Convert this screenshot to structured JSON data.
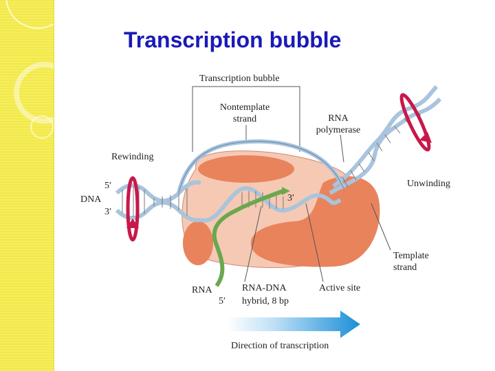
{
  "slide": {
    "title": "Transcription bubble"
  },
  "diagram": {
    "labels": {
      "bubble": "Transcription bubble",
      "nontemplate_1": "Nontemplate",
      "nontemplate_2": "strand",
      "rna_pol_1": "RNA",
      "rna_pol_2": "polymerase",
      "rewinding": "Rewinding",
      "unwinding": "Unwinding",
      "five_prime_top": "5′",
      "dna": "DNA",
      "three_prime_left": "3′",
      "three_prime_rna": "3′",
      "template_1": "Template",
      "template_2": "strand",
      "active_site": "Active site",
      "rna": "RNA",
      "five_prime_rna": "5′",
      "hybrid_1": "RNA-DNA",
      "hybrid_2": "hybrid, 8 bp",
      "direction": "Direction of transcription"
    },
    "colors": {
      "title": "#1a1ab8",
      "enzyme_body": "#f6c9b4",
      "enzyme_lobe": "#e9835c",
      "dna_strand": "#a9c4dc",
      "dna_edge": "#5f86ad",
      "rna_strand": "#6aa84f",
      "rotation_arrow": "#c8184a",
      "direction_arrow": "#1a8fd8",
      "sidebar": "#f6ee5a"
    }
  }
}
